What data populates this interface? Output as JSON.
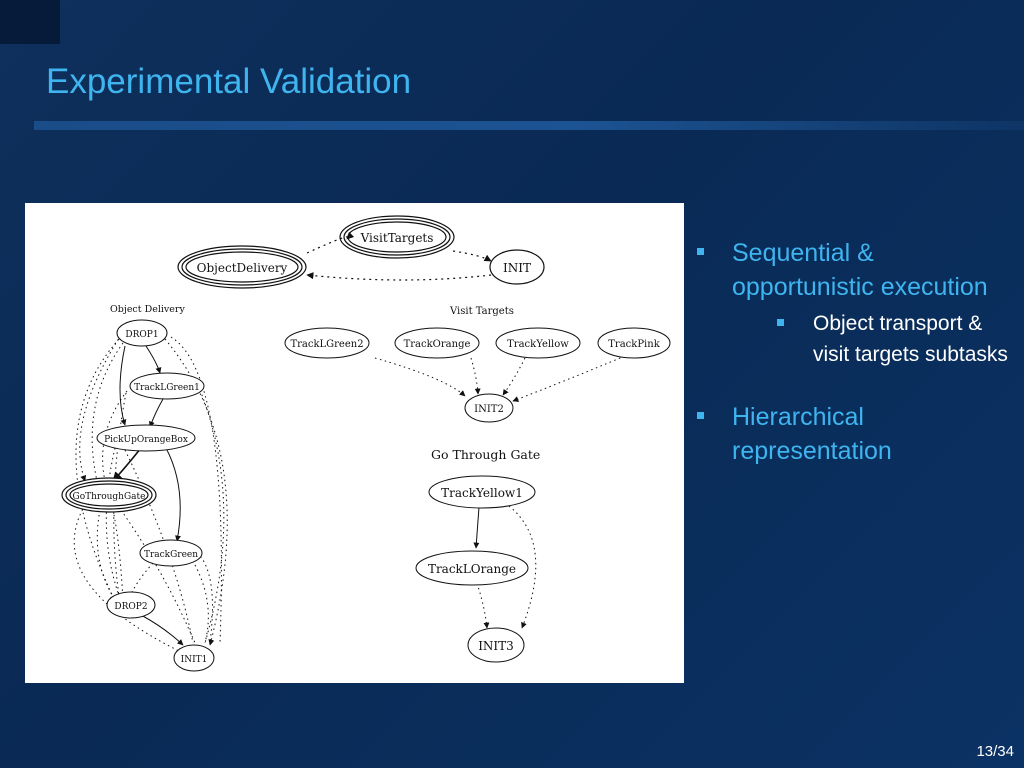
{
  "slide": {
    "title": "Experimental Validation",
    "page_number": "13/34"
  },
  "bullets": [
    {
      "text": "Sequential & opportunistic execution",
      "sub": [
        "Object transport & visit targets subtasks"
      ]
    },
    {
      "text": "Hierarchical representation",
      "sub": []
    }
  ],
  "diagram": {
    "top": {
      "nodes": [
        "VisitTargets",
        "ObjectDelivery",
        "INIT"
      ]
    },
    "object_delivery": {
      "title": "Object Delivery",
      "nodes": [
        "DROP1",
        "TrackLGreen1",
        "PickUpOrangeBox",
        "GoThroughGate",
        "TrackGreen",
        "DROP2",
        "INIT1"
      ]
    },
    "visit_targets": {
      "title": "Visit Targets",
      "nodes": [
        "TrackLGreen2",
        "TrackOrange",
        "TrackYellow",
        "TrackPink",
        "INIT2"
      ]
    },
    "go_through_gate": {
      "title": "Go Through Gate",
      "nodes": [
        "TrackYellow1",
        "TrackLOrange",
        "INIT3"
      ]
    }
  }
}
